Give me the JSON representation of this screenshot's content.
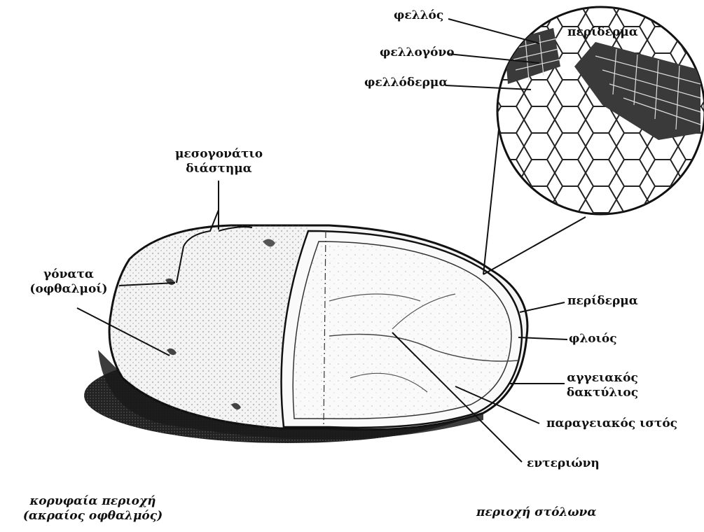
{
  "labels": {
    "fellos": "φελλός",
    "fellogono": "φελλογόνο",
    "fellodermas": "φελλόδερμα",
    "peridermas_inset": "περίδερμα",
    "mesogonatio_line1": "μεσογονάτιο",
    "mesogonatio_line2": "διάστημα",
    "gonata_line1": "γόνατα",
    "gonata_line2": "(οφθαλμοί)",
    "peridermas": "περίδερμα",
    "floios": "φλοιός",
    "angeiakos_line1": "αγγειακός",
    "angeiakos_line2": "δακτύλιος",
    "parangeiakos": "παραγειακός ιστός",
    "enterioni": "εντεριώνη",
    "koryfaia_line1": "κορυφαία περιοχή",
    "koryfaia_line2": "(ακραίος οφθαλμός)",
    "periochi_stolona": "περιοχή στόλωνα"
  }
}
